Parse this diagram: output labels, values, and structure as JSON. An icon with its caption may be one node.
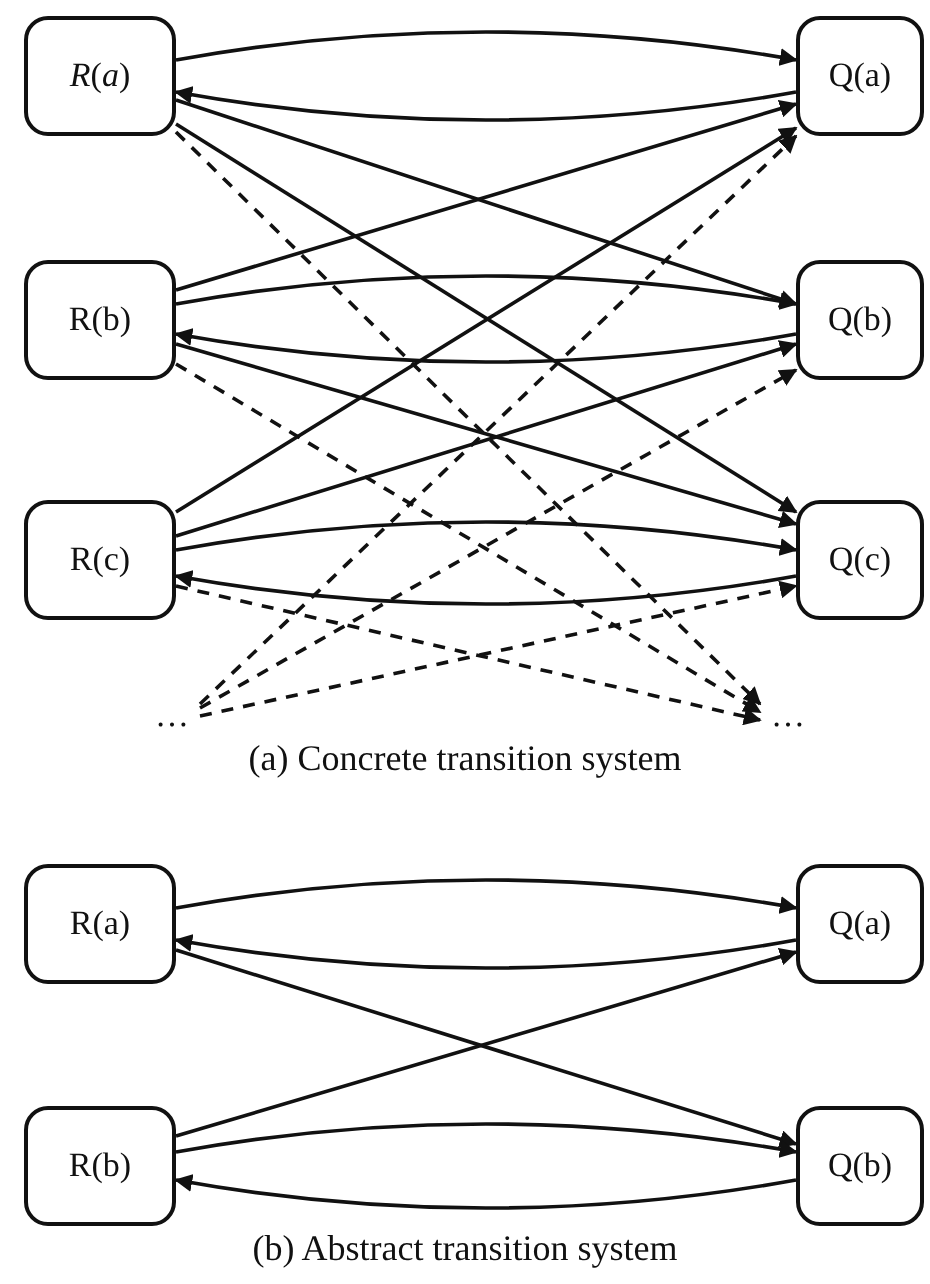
{
  "diagram": {
    "nodes": [
      {
        "text": [
          "*R*(*a*)"
        ]
      },
      {
        "text": [
          "Q(a)"
        ]
      },
      {
        "text": [
          "R(b)"
        ]
      },
      {
        "text": [
          "Q(b)"
        ]
      },
      {
        "text": [
          "R(c)"
        ]
      },
      {
        "text": [
          "Q(c)"
        ]
      },
      {
        "text": [
          "…"
        ]
      },
      {
        "text": [
          "…"
        ]
      },
      {
        "text": [
          "R(a)"
        ]
      },
      {
        "text": [
          "Q(a)"
        ]
      },
      {
        "text": [
          "R(b)"
        ]
      },
      {
        "text": [
          "Q(b)"
        ]
      }
    ],
    "edges": [
      {
        "from": 0,
        "to": 1,
        "arrow": "to"
      },
      {
        "from": 1,
        "to": 0,
        "arrow": "to"
      },
      {
        "from": 0,
        "to": 3,
        "arrow": "to"
      },
      {
        "from": 0,
        "to": 5,
        "arrow": "to"
      },
      {
        "from": 0,
        "to": 7,
        "arrow": "to",
        "style": "dashed"
      },
      {
        "from": 2,
        "to": 1,
        "arrow": "to"
      },
      {
        "from": 2,
        "to": 3,
        "arrow": "to"
      },
      {
        "from": 3,
        "to": 2,
        "arrow": "to"
      },
      {
        "from": 2,
        "to": 5,
        "arrow": "to"
      },
      {
        "from": 2,
        "to": 7,
        "arrow": "to",
        "style": "dashed"
      },
      {
        "from": 4,
        "to": 1,
        "arrow": "to"
      },
      {
        "from": 4,
        "to": 3,
        "arrow": "to"
      },
      {
        "from": 4,
        "to": 5,
        "arrow": "to"
      },
      {
        "from": 5,
        "to": 4,
        "arrow": "to"
      },
      {
        "from": 4,
        "to": 7,
        "arrow": "to",
        "style": "dashed"
      },
      {
        "from": 6,
        "to": 1,
        "arrow": "to",
        "style": "dashed"
      },
      {
        "from": 6,
        "to": 3,
        "arrow": "to",
        "style": "dashed"
      },
      {
        "from": 6,
        "to": 5,
        "arrow": "to",
        "style": "dashed"
      },
      {
        "from": 8,
        "to": 9,
        "arrow": "to"
      },
      {
        "from": 9,
        "to": 8,
        "arrow": "to"
      },
      {
        "from": 8,
        "to": 11,
        "arrow": "to"
      },
      {
        "from": 10,
        "to": 9,
        "arrow": "to"
      },
      {
        "from": 10,
        "to": 11,
        "arrow": "to"
      },
      {
        "from": 11,
        "to": 10,
        "arrow": "to"
      }
    ],
    "labels": [
      "(a) Concrete transition system",
      "(b) Abstract transition system"
    ]
  }
}
